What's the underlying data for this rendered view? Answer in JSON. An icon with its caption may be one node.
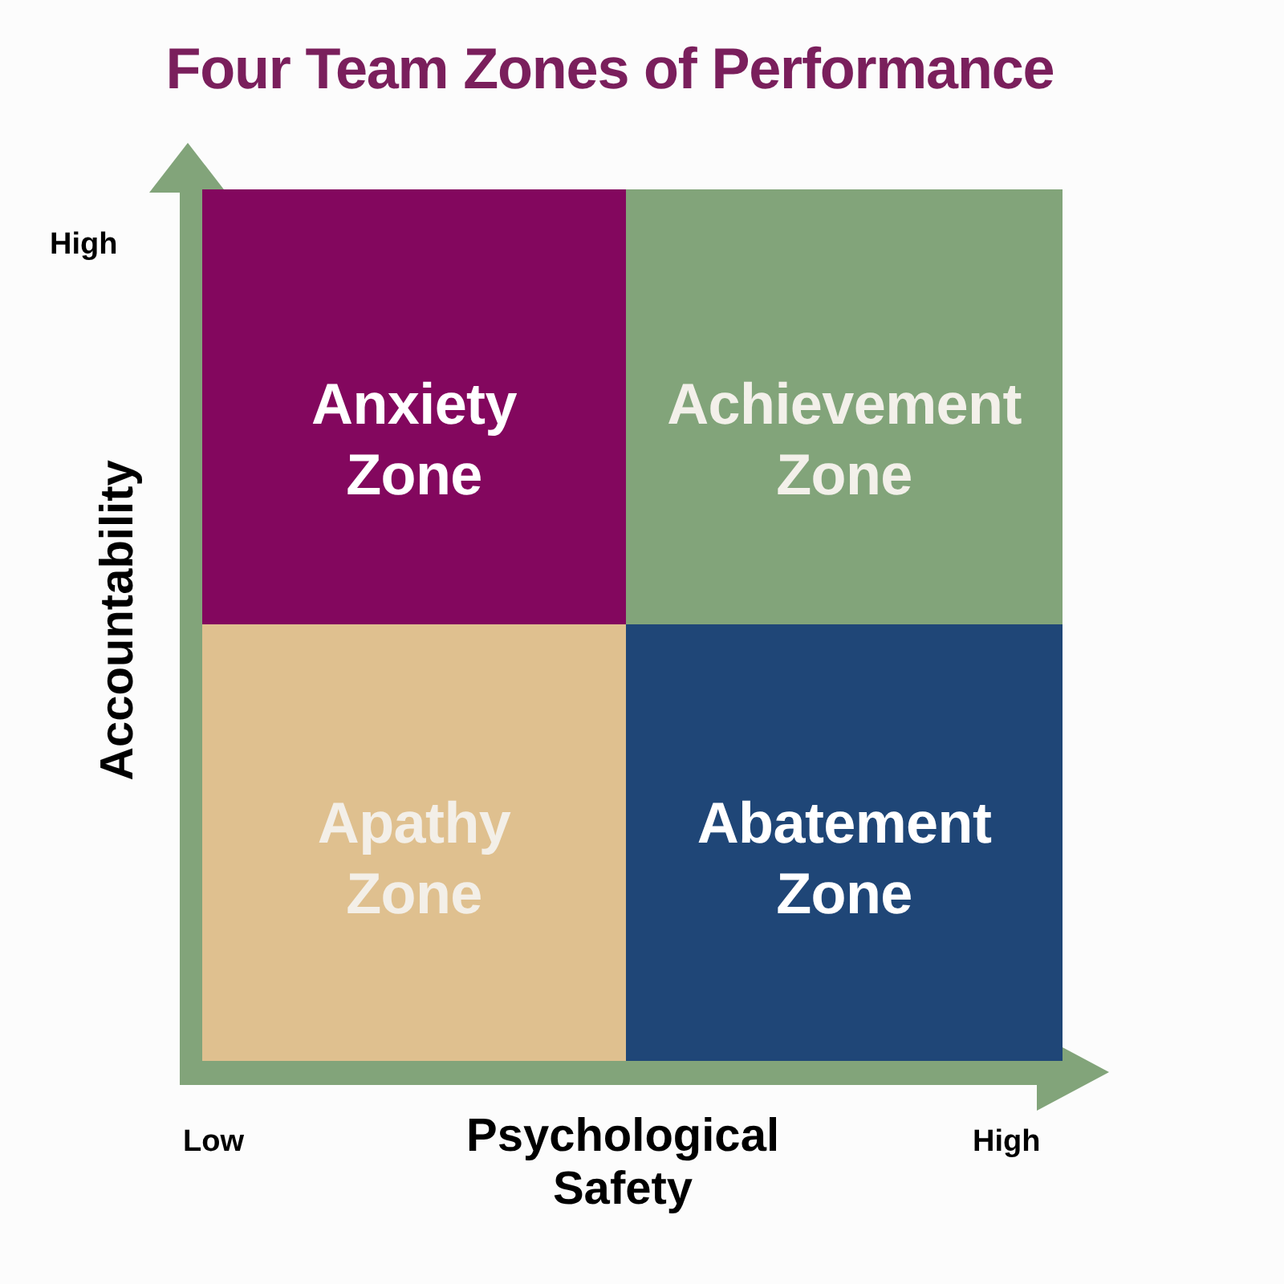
{
  "diagram": {
    "title": "Four Team Zones of Performance",
    "nodes": [
      {
        "text": [
          "Anxiety Zone"
        ]
      },
      {
        "text": [
          "Achievement Zone"
        ]
      },
      {
        "text": [
          "Apathy Zone"
        ]
      },
      {
        "text": [
          "Abatement Zone"
        ]
      }
    ],
    "labels": [
      "High",
      "Accountability",
      "Low",
      "Psychological Safety",
      "High"
    ]
  }
}
